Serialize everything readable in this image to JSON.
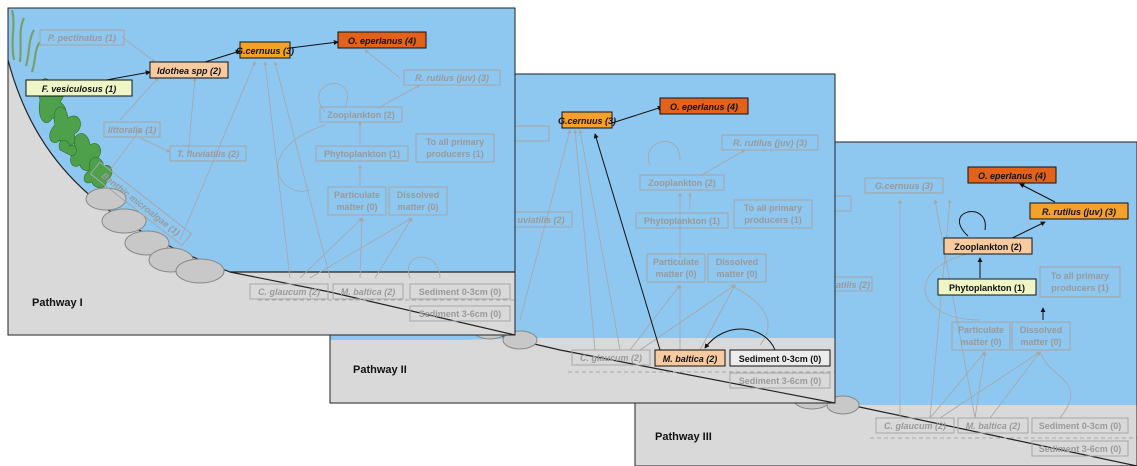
{
  "colors": {
    "water": "#8ec7f0",
    "sediment": "#d9d9d9",
    "faded_text": "#9a9a9a",
    "faded_border": "#a6a6a6",
    "dark_orange": "#e2621b",
    "orange": "#f3a12b",
    "peach": "#f8caa0",
    "pale_green": "#eef5c6",
    "white_box": "#ffffff",
    "seaweed": "#4ea04a",
    "stone": "#c8c8c8"
  },
  "panel1": {
    "label": "Pathway I",
    "nodes": {
      "pectinatus": "P. pectinatus (1)",
      "idothea": "Idothea spp (2)",
      "gcernuus": "G.cernuus (3)",
      "eperlanus": "O. eperlanus (4)",
      "fvesiculosus": "F. vesiculosus (1)",
      "rrutilus": "R. rutilus (juv) (3)",
      "zooplankton": "Zooplankton (2)",
      "littoralis": "littoralis (1)",
      "fluviatilis": "T. fluviatilis (2)",
      "phytoplankton": "Phytoplankton (1)",
      "toall1": "To all primary",
      "toall2": "producers (1)",
      "particulate1": "Particulate",
      "particulate2": "matter (0)",
      "dissolved1": "Dissolved",
      "dissolved2": "matter (0)",
      "microalgae": "Benthic microalgae (1)",
      "glaucum": "C. glaucum (2)",
      "baltica": "M. baltica (2)",
      "sed03": "Sediment 0-3cm (0)",
      "sed36": "Sediment 3-6cm (0)"
    }
  },
  "panel2": {
    "label": "Pathway II",
    "nodes": {
      "gcernuus": "G.cernuus (3)",
      "eperlanus": "O. eperlanus (4)",
      "rrutilus": "R. rutilus (juv) (3)",
      "zooplankton": "Zooplankton (2)",
      "phytoplankton": "Phytoplankton (1)",
      "toall1": "To all primary",
      "toall2": "producers (1)",
      "fluviatilis": "uviatilis (2)",
      "particulate1": "Particulate",
      "particulate2": "matter (0)",
      "dissolved1": "Dissolved",
      "dissolved2": "matter (0)",
      "glaucum": "C. glaucum (2)",
      "baltica": "M. baltica (2)",
      "sed03": "Sediment 0-3cm (0)",
      "sed36": "Sediment 3-6cm (0)"
    }
  },
  "panel3": {
    "label": "Pathway III",
    "nodes": {
      "gcernuus": "G.cernuus (3)",
      "eperlanus": "O. eperlanus (4)",
      "rrutilus": "R. rutilus (juv) (3)",
      "zooplankton": "Zooplankton (2)",
      "phytoplankton": "Phytoplankton (1)",
      "toall1": "To all primary",
      "toall2": "producers (1)",
      "fluviatilis": "atilis (2)",
      "particulate1": "Particulate",
      "particulate2": "matter (0)",
      "dissolved1": "Dissolved",
      "dissolved2": "matter (0)",
      "glaucum": "C. glaucum (2)",
      "baltica": "M. baltica (2)",
      "sed03": "Sediment 0-3cm (0)",
      "sed36": "Sediment 3-6cm (0)"
    }
  }
}
